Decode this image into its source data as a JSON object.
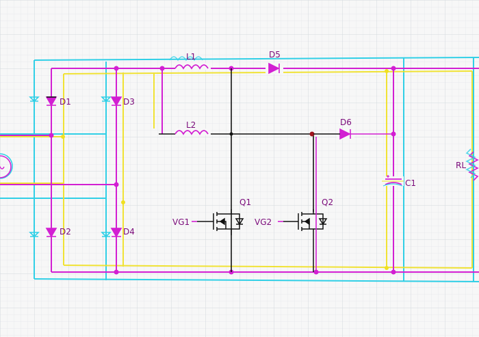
{
  "colors": {
    "background": "#f7f7f7",
    "grid": "#dfe3e8",
    "cyan": "#30cfe6",
    "yellow": "#f0e020",
    "magenta": "#d21fd2",
    "black": "#111111",
    "label": "#7a0a7a"
  },
  "components": {
    "D1": "D1",
    "D2": "D2",
    "D3": "D3",
    "D4": "D4",
    "D5": "D5",
    "D6": "D6",
    "L1": "L1",
    "L2": "L2",
    "Q1": "Q1",
    "Q2": "Q2",
    "VG1": "VG1",
    "VG2": "VG2",
    "C1": "C1",
    "RL": "RL"
  }
}
